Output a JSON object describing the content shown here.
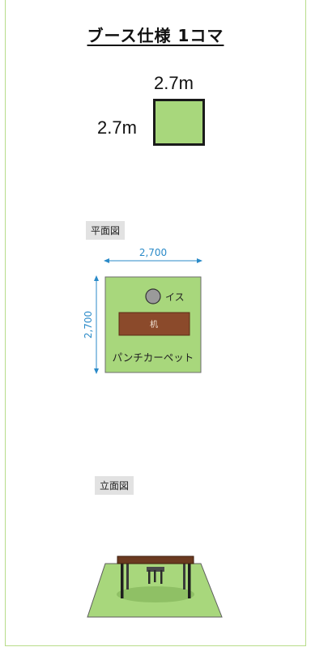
{
  "title": "ブース仕様 1コマ",
  "booth_icon": {
    "width_label": "2.7m",
    "height_label": "2.7m"
  },
  "plan": {
    "section_label": "平面図",
    "width_dim": "2,700",
    "height_dim": "2,700",
    "chair_label": "イス",
    "desk_label": "机",
    "carpet_label": "パンチカーペット"
  },
  "elevation": {
    "section_label": "立面図"
  },
  "colors": {
    "carpet": "#a8d77c",
    "desk": "#8b4a2b",
    "dimension": "#2a8ac8",
    "frame": "#b8dc8a"
  }
}
